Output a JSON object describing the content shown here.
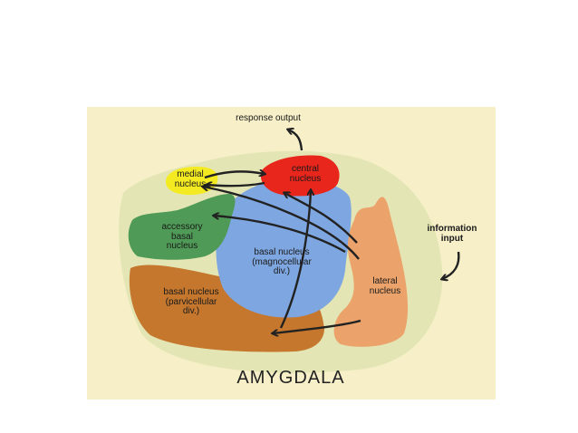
{
  "title": "AMYGDALA",
  "labels": {
    "response_output": "response output",
    "information_input": "information\ninput",
    "medial": "medial\nnucleus",
    "central": "central\nnucleus",
    "accessory": "accessory\nbasal\nnucleus",
    "basal_magno": "basal nucleus\n(magnocellular\ndiv.)",
    "lateral": "lateral\nnucleus",
    "basal_parvi": "basal nucleus\n(parvicellular\ndiv.)"
  },
  "colors": {
    "panel": "#f6efc8",
    "outline": "#e3e6b4",
    "medial": "#f4ea22",
    "central": "#e8261c",
    "accessory": "#4f9a56",
    "basal_magno": "#7ea6e0",
    "lateral": "#eba36b",
    "basal_parvi": "#c5772d",
    "arrow": "#222222"
  }
}
